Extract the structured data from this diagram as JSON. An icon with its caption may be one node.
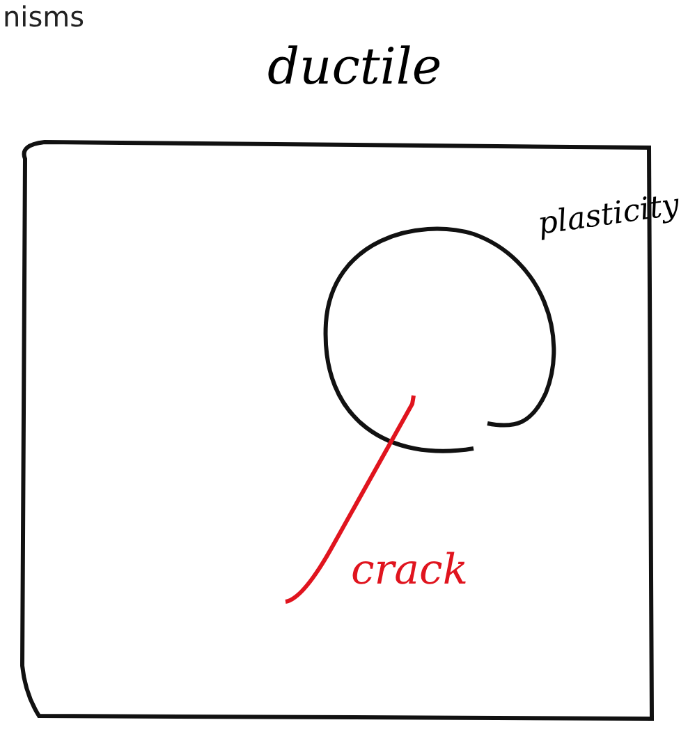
{
  "diagram": {
    "nodes": [
      {
        "text": [
          "ductile"
        ]
      },
      {
        "text": [],
        "shape": "circle",
        "in": 0,
        "beside": [
          "plasticity"
        ]
      }
    ],
    "edges": [],
    "labels": [
      "nisms",
      "crack"
    ]
  }
}
